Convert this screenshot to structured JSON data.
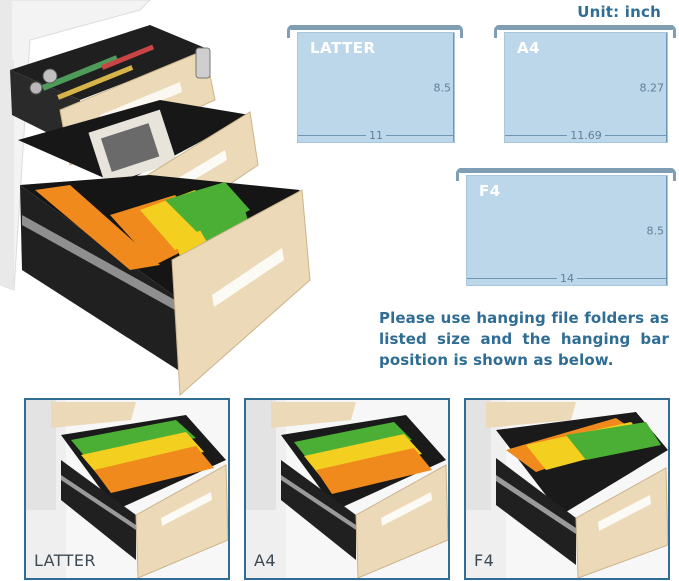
{
  "unit_label": "Unit: inch",
  "folders": [
    {
      "name": "LATTER",
      "width_label": "11",
      "height_label": "8.5"
    },
    {
      "name": "A4",
      "width_label": "11.69",
      "height_label": "8.27"
    },
    {
      "name": "F4",
      "width_label": "14",
      "height_label": "8.5"
    }
  ],
  "note": "Please use hanging file folders as listed size and the hanging bar position is shown as below.",
  "thumbnails": [
    {
      "caption": "LATTER"
    },
    {
      "caption": "A4"
    },
    {
      "caption": "F4"
    }
  ],
  "colors": {
    "accent": "#2f6d94",
    "folder_fill": "#bcd7ea",
    "wood": "#ecd9b8",
    "cabinet_white": "#f2f2f2",
    "drawer_black": "#1c1c1c",
    "file_green": "#4caf35",
    "file_yellow": "#f3cf1f",
    "file_orange": "#f08a1d"
  }
}
